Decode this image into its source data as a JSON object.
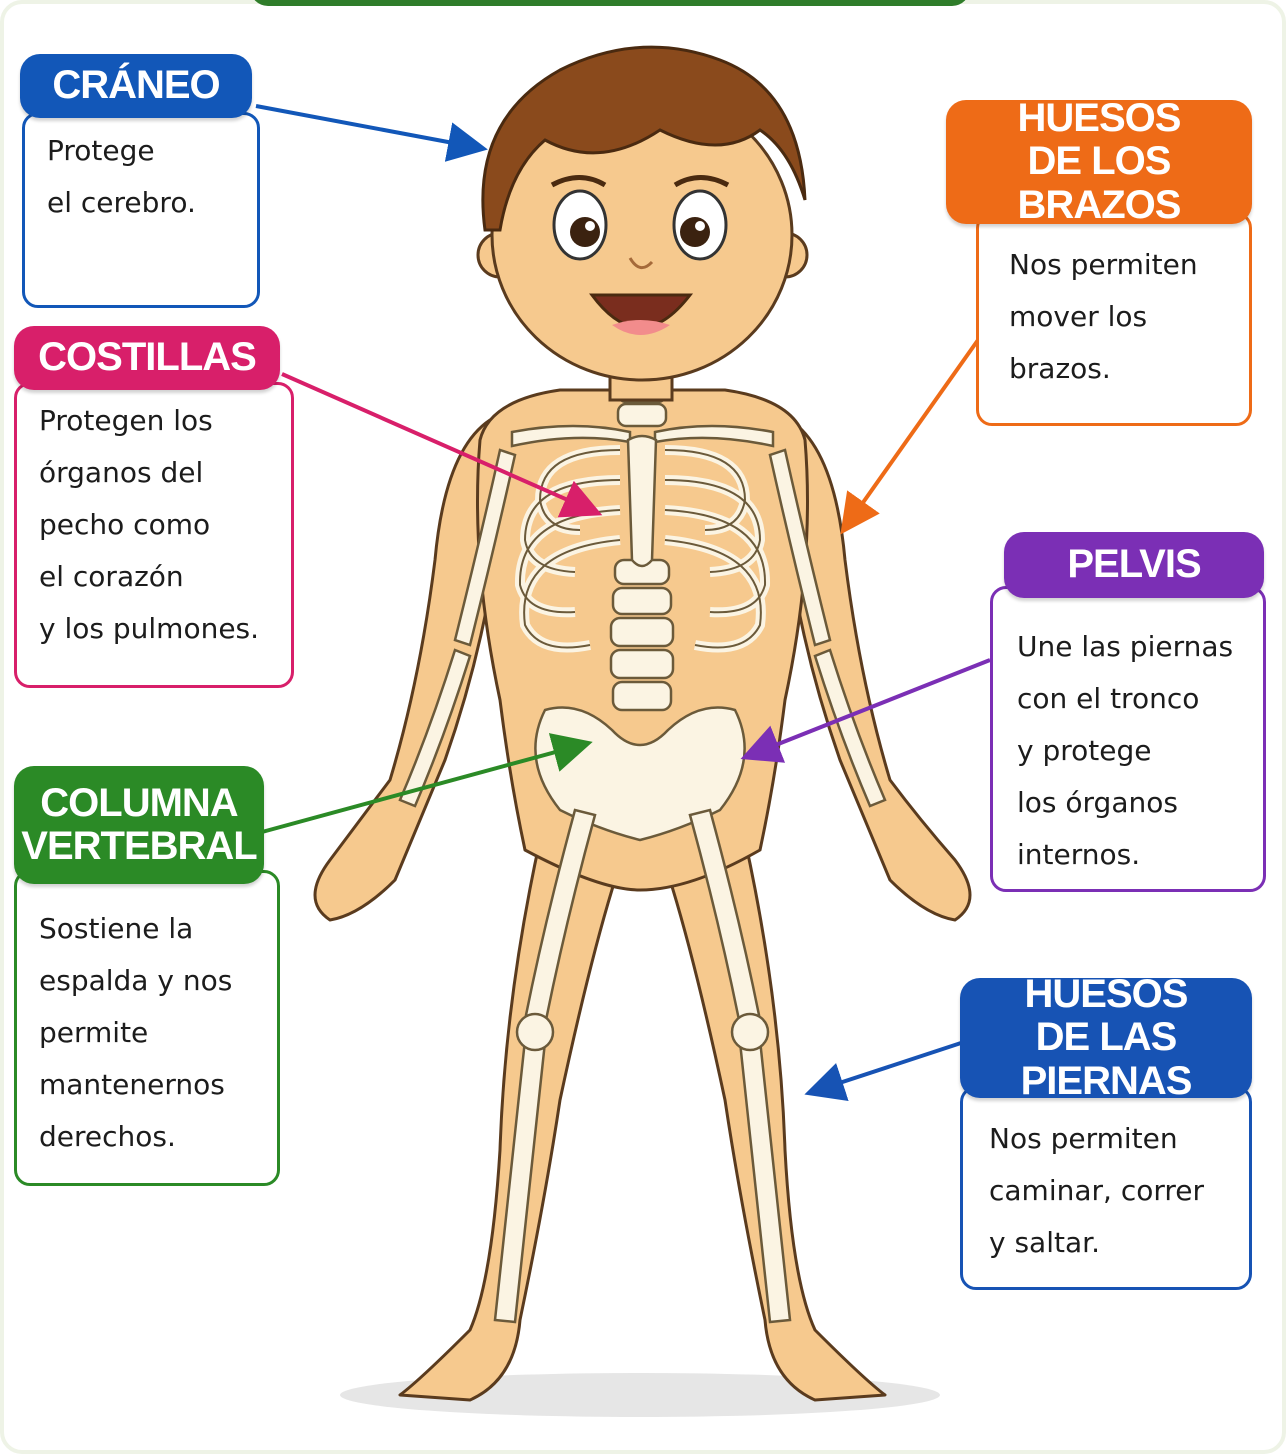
{
  "colors": {
    "craneo": "#1257b8",
    "costillas": "#d81f6a",
    "columna": "#2b8a26",
    "brazos": "#ee6b17",
    "pelvis": "#7b2fb5",
    "piernas": "#1753b4",
    "skin": "#f6c98e",
    "bone": "#fbf4e3"
  },
  "labels": {
    "craneo": {
      "title": [
        "CRÁNEO"
      ],
      "text": [
        "Protege",
        "el cerebro."
      ]
    },
    "costillas": {
      "title": [
        "COSTILLAS"
      ],
      "text": [
        "Protegen los",
        "órganos del",
        "pecho como",
        "el corazón",
        "y los pulmones."
      ]
    },
    "columna": {
      "title": [
        "COLUMNA",
        "VERTEBRAL"
      ],
      "text": [
        "Sostiene la",
        "espalda y nos",
        "permite",
        "mantenernos",
        "derechos."
      ]
    },
    "brazos": {
      "title": [
        "HUESOS",
        "DE LOS BRAZOS"
      ],
      "text": [
        "Nos permiten",
        "mover los",
        "brazos."
      ]
    },
    "pelvis": {
      "title": [
        "PELVIS"
      ],
      "text": [
        "Une las piernas",
        "con el tronco",
        "y protege",
        "los órganos",
        "internos."
      ]
    },
    "piernas": {
      "title": [
        "HUESOS",
        "DE LAS PIERNAS"
      ],
      "text": [
        "Nos permiten",
        "caminar, correr",
        "y saltar."
      ]
    }
  }
}
